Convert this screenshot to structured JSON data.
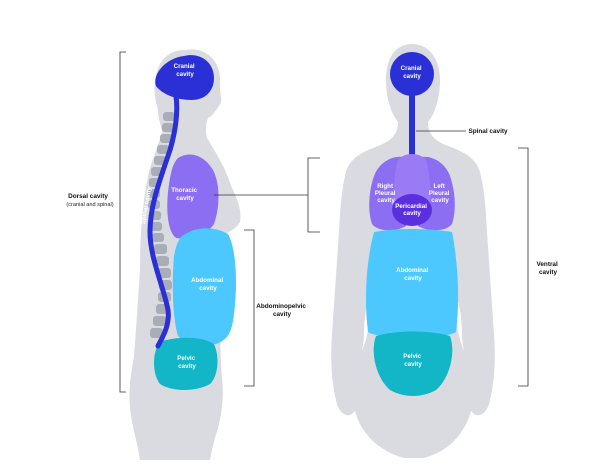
{
  "colors": {
    "silhouette": "#d9dbe1",
    "spine": "#a9adb8",
    "cranial": "#2a2fd6",
    "thoracic": "#8b6ef2",
    "pleural": "#9a7af5",
    "pericardial": "#5b2fe0",
    "abdominal": "#4cc8ff",
    "pelvic": "#12b6c6",
    "bracket": "#333333"
  },
  "side_view": {
    "cranial": [
      "Cranial",
      "cavity"
    ],
    "spinal_vertical": "Spinal cavity",
    "thoracic": [
      "Thoracic",
      "cavity"
    ],
    "abdominal": [
      "Abdominal",
      "cavity"
    ],
    "pelvic": [
      "Pelvic",
      "cavity"
    ],
    "dorsal_title": "Dorsal cavity",
    "dorsal_sub": "(cranial and spinal)",
    "abdominopelvic": [
      "Abdominopelvic",
      "cavity"
    ]
  },
  "front_view": {
    "cranial": [
      "Cranial",
      "cavity"
    ],
    "spinal": "Spinal cavity",
    "right_pleural": [
      "Right",
      "Pleural",
      "cavity"
    ],
    "left_pleural": [
      "Left",
      "Pleural",
      "cavity"
    ],
    "pericardial": [
      "Pericardial",
      "cavity"
    ],
    "abdominal": [
      "Abdominal",
      "cavity"
    ],
    "pelvic": [
      "Pelvic",
      "cavity"
    ],
    "ventral": [
      "Ventral",
      "cavity"
    ]
  }
}
